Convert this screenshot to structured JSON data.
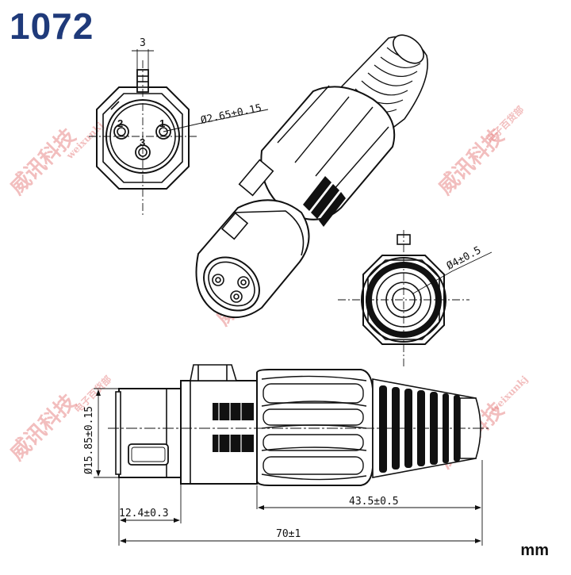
{
  "model": "1072",
  "unit": "mm",
  "dimensions": {
    "front_top_width": "3",
    "pin_diameter": "Ø2.65±0.15",
    "rear_hole_diameter": "Ø4±0.5",
    "body_diameter": "Ø15.85±0.15",
    "front_length": "12.4±0.3",
    "boot_length": "43.5±0.5",
    "total_length": "70±1"
  },
  "pins": [
    "1",
    "2",
    "3"
  ],
  "watermark": {
    "text": "威讯科技",
    "sub_text": "电子百货部",
    "brand": "weixunkj"
  }
}
